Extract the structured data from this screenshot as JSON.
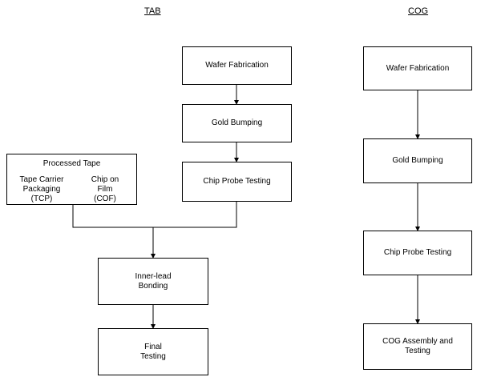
{
  "headings": {
    "tab": "TAB",
    "cog": "COG"
  },
  "tab": {
    "wafer": "Wafer Fabrication",
    "gold": "Gold Bumping",
    "probe": "Chip Probe Testing",
    "processed_tape": {
      "title": "Processed Tape",
      "tcp": [
        "Tape Carrier",
        "Packaging",
        "(TCP)"
      ],
      "cof": [
        "Chip on",
        "Film",
        "(COF)"
      ]
    },
    "ilb": [
      "Inner-lead",
      "Bonding"
    ],
    "final": [
      "Final",
      "Testing"
    ]
  },
  "cog": {
    "wafer": "Wafer Fabrication",
    "gold": "Gold Bumping",
    "probe": "Chip Probe Testing",
    "assembly": [
      "COG Assembly and",
      "Testing"
    ]
  }
}
